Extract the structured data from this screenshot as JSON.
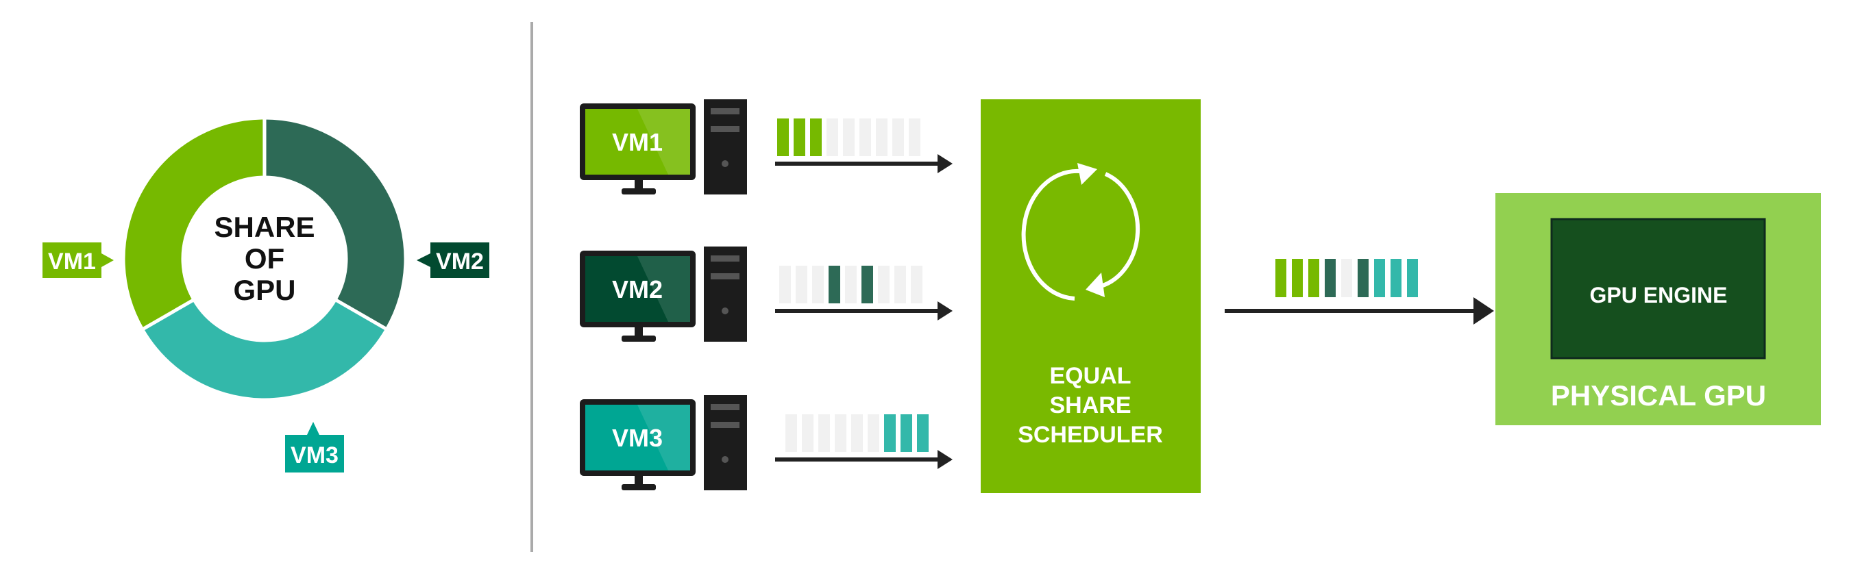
{
  "share_chart": {
    "center_lines": [
      "SHARE",
      "OF",
      "GPU"
    ],
    "slices": [
      {
        "label": "VM1",
        "share": 0.3333,
        "color": "#76b900",
        "label_color": "#76b900"
      },
      {
        "label": "VM2",
        "share": 0.3333,
        "color": "#2d6a56",
        "label_color": "#024a30"
      },
      {
        "label": "VM3",
        "share": 0.3333,
        "color": "#33b8aa",
        "label_color": "#00a693"
      }
    ]
  },
  "vms": [
    {
      "label": "VM1",
      "screen_color": "#76b900",
      "queue": [
        "vm1",
        "vm1",
        "vm1",
        "empty",
        "empty",
        "empty",
        "empty",
        "empty",
        "empty"
      ]
    },
    {
      "label": "VM2",
      "screen_color": "#024a30",
      "queue": [
        "empty",
        "empty",
        "empty",
        "vm2",
        "empty",
        "vm2",
        "empty",
        "empty",
        "empty"
      ]
    },
    {
      "label": "VM3",
      "screen_color": "#00a693",
      "queue": [
        "empty",
        "empty",
        "empty",
        "empty",
        "empty",
        "empty",
        "vm3",
        "vm3",
        "vm3"
      ]
    }
  ],
  "scheduler": {
    "lines": [
      "EQUAL",
      "SHARE",
      "SCHEDULER"
    ],
    "icon": "cycle-arrows-icon"
  },
  "output_queue": [
    "vm1",
    "vm1",
    "vm1",
    "vm2",
    "empty",
    "vm2",
    "vm3",
    "vm3",
    "vm3"
  ],
  "physical_gpu": {
    "engine_label": "GPU ENGINE",
    "label": "PHYSICAL GPU"
  },
  "colors": {
    "vm1": "#76b900",
    "vm2": "#2d6a56",
    "vm3": "#33b8aa",
    "empty": "#f1f1f1",
    "scheduler": "#79b900",
    "gpu": "#92d050",
    "engine": "#154f1e"
  }
}
